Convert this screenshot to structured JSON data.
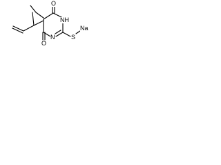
{
  "molecule": {
    "atoms": {
      "o_top": "O",
      "nh": "NH",
      "s": "S",
      "na": "Na",
      "n_ring": "N",
      "o_bottom": "O"
    },
    "colors": {
      "bond": "#000000",
      "label": "#000000",
      "background": "#ffffff"
    }
  }
}
